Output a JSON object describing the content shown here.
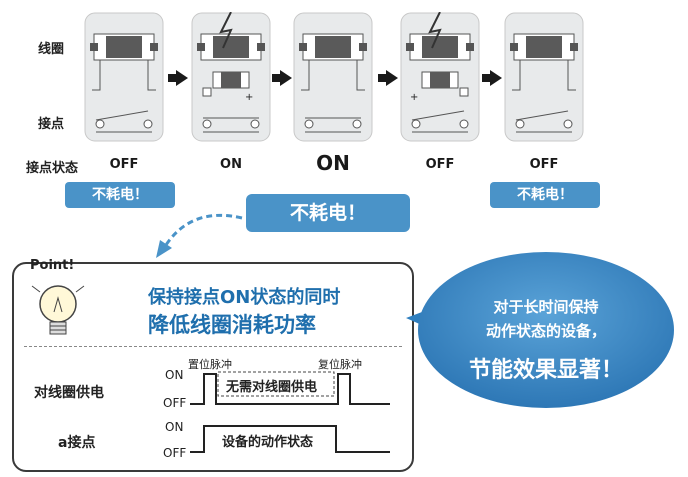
{
  "labels": {
    "coil": "线圈",
    "contact": "接点",
    "contact_state": "接点状态"
  },
  "states": [
    "OFF",
    "ON",
    "ON",
    "OFF",
    "OFF"
  ],
  "pills": {
    "left": "不耗电！",
    "center": "不耗电！",
    "right": "不耗电！"
  },
  "point_label": "Point!",
  "headline": {
    "line1": "保持接点ON状态的同时",
    "line2": "降低线圈消耗功率"
  },
  "timing": {
    "set_pulse": "置位脉冲",
    "reset_pulse": "复位脉冲",
    "coil_power_label": "对线圈供电",
    "a_contact_label": "a接点",
    "on": "ON",
    "off": "OFF",
    "no_power_text": "无需对线圈供电",
    "operating_state_text": "设备的动作状态"
  },
  "bubble": {
    "line1": "对于长时间保持",
    "line2": "动作状态的设备，",
    "line3": "节能效果显著！"
  },
  "colors": {
    "accent_blue": "#4a93c8",
    "headline_blue": "#1f6fad",
    "bubble_blue": "#2f7fbf",
    "panel_gray": "#e8eaeb",
    "coil_dark": "#5a5a5a"
  }
}
